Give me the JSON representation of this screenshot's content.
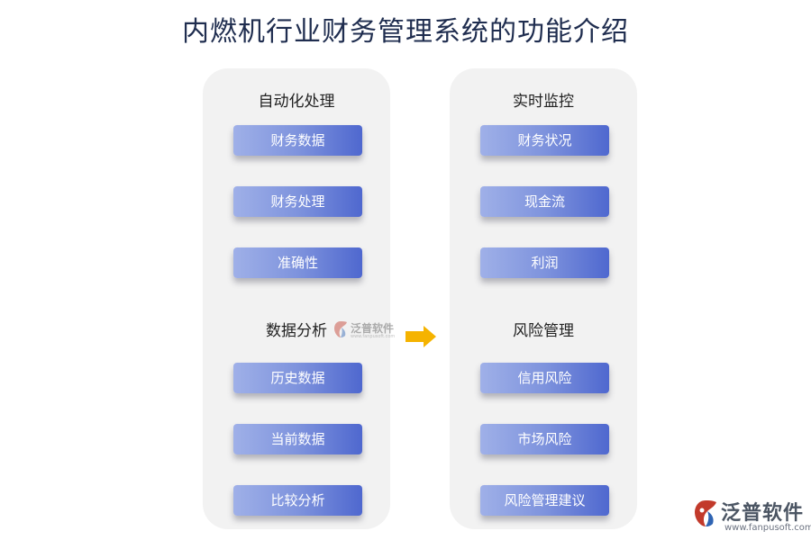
{
  "title": "内燃机行业财务管理系统的功能介绍",
  "left_panel": {
    "sections": [
      {
        "title": "自动化处理",
        "items": [
          "财务数据",
          "财务处理",
          "准确性"
        ]
      },
      {
        "title": "数据分析",
        "items": [
          "历史数据",
          "当前数据",
          "比较分析"
        ]
      }
    ]
  },
  "right_panel": {
    "sections": [
      {
        "title": "实时监控",
        "items": [
          "财务状况",
          "现金流",
          "利润"
        ]
      },
      {
        "title": "风险管理",
        "items": [
          "信用风险",
          "市场风险",
          "风险管理建议"
        ]
      }
    ]
  },
  "arrow_color": "#f5b300",
  "item_colors": {
    "start": "#9fb0e8",
    "end": "#4f68cf"
  },
  "watermark": {
    "brand": "泛普软件",
    "url": "www.fanpusoft.com",
    "icon": "fanpu-logo-icon"
  }
}
